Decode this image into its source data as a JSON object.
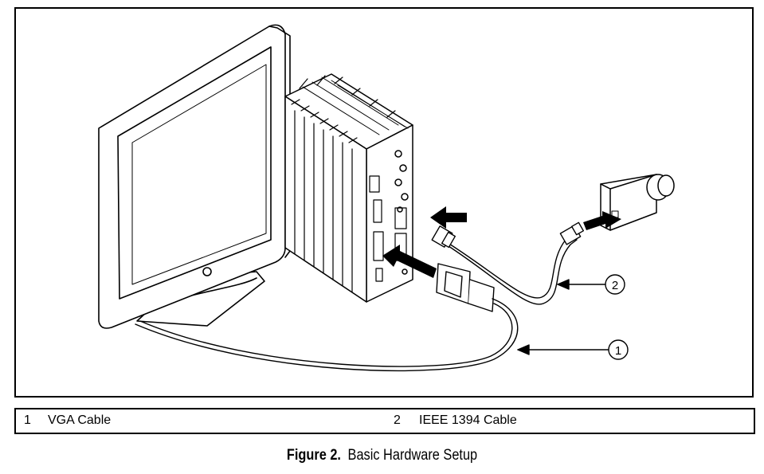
{
  "callouts": [
    {
      "number": "1",
      "label": "VGA Cable"
    },
    {
      "number": "2",
      "label": "IEEE 1394 Cable"
    }
  ],
  "caption": {
    "number": "Figure 2.",
    "title": "Basic Hardware Setup"
  }
}
